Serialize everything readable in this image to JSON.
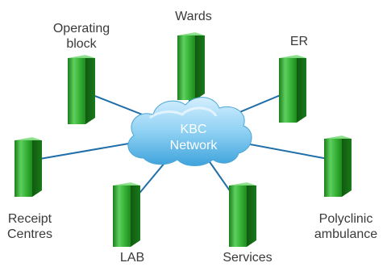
{
  "hub": {
    "line1": "KBC",
    "line2": "Network",
    "color": "#7cc8ec"
  },
  "link_color": "#1f6ea8",
  "server_color": "#2a9a2a",
  "nodes": [
    {
      "id": "operating-block",
      "label_line1": "Operating",
      "label_line2": "block"
    },
    {
      "id": "wards",
      "label_line1": "Wards"
    },
    {
      "id": "er",
      "label_line1": "ER"
    },
    {
      "id": "polyclinic-ambulance",
      "label_line1": "Polyclinic",
      "label_line2": "ambulance"
    },
    {
      "id": "services",
      "label_line1": "Services"
    },
    {
      "id": "lab",
      "label_line1": "LAB"
    },
    {
      "id": "receipt-centres",
      "label_line1": "Receipt",
      "label_line2": "Centres"
    }
  ]
}
